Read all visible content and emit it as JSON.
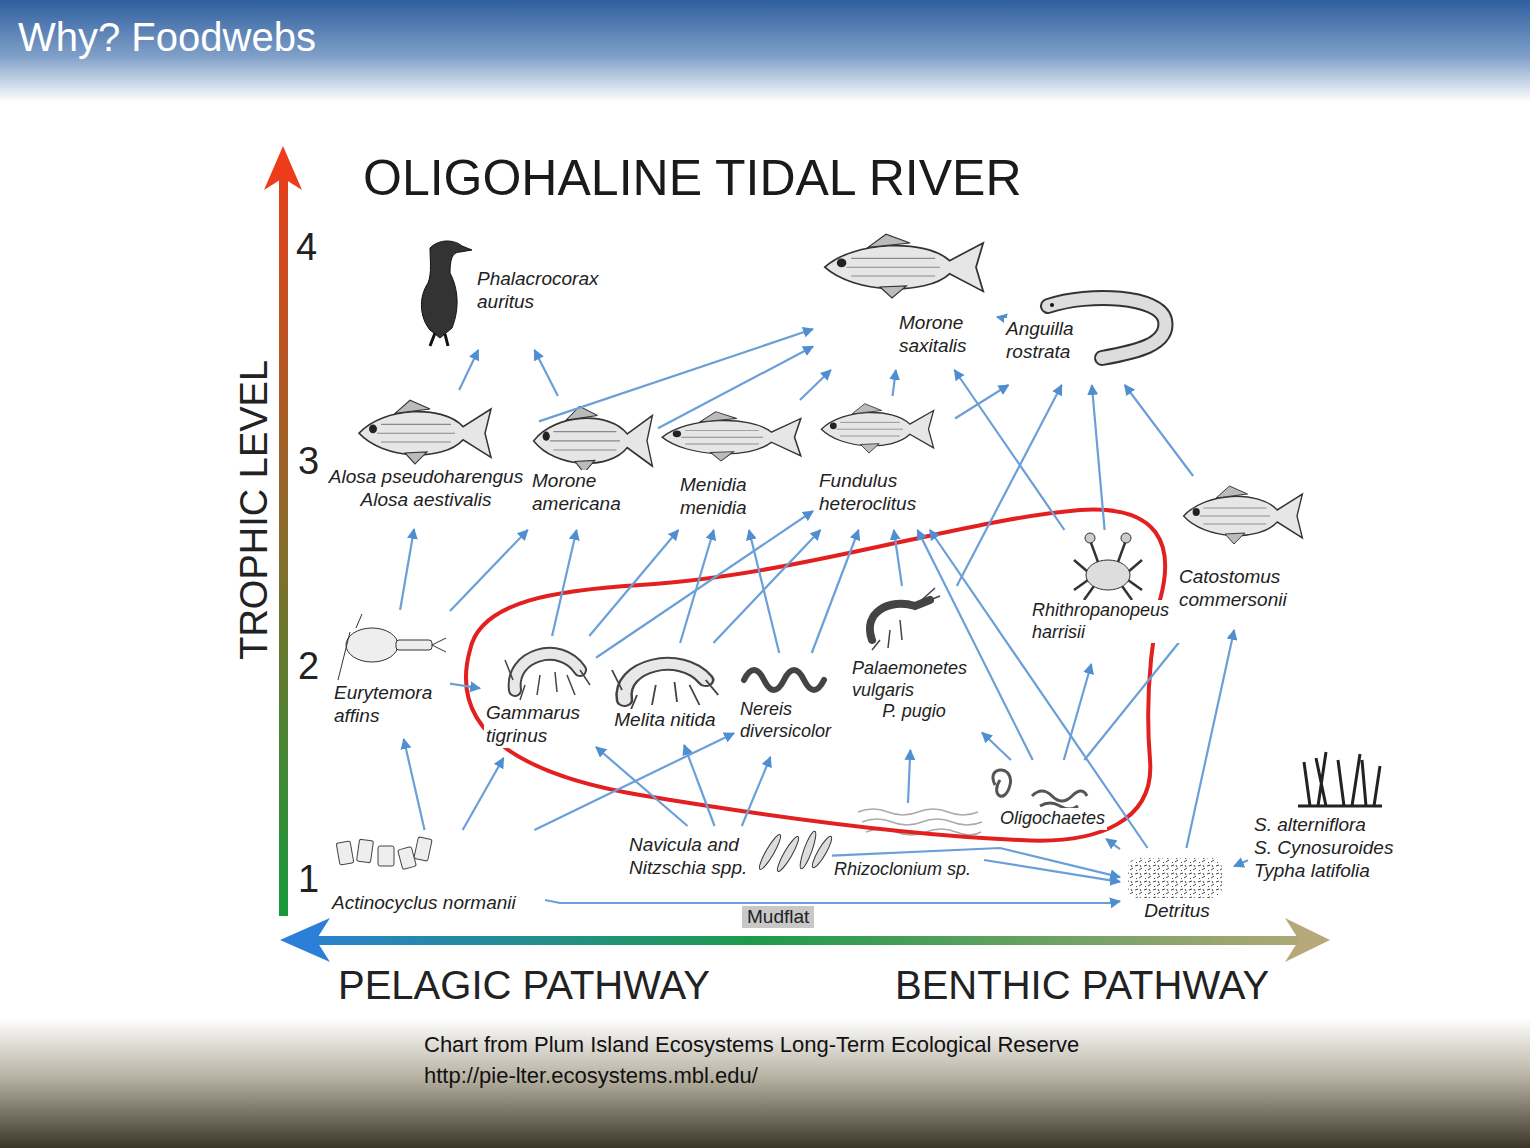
{
  "diagram": {
    "title": "OLIGOHALINE TIDAL RIVER",
    "caption": "Chart from Plum Island Ecosystems Long-Term Ecological Reserve http://pie-lter.ecosystems.mbl.edu/",
    "nodes": [
      {
        "text": [
          "Phalacrocorax auritus"
        ]
      },
      {
        "text": [
          "Morone saxitalis"
        ]
      },
      {
        "text": [
          "Anguilla rostrata"
        ]
      },
      {
        "text": [
          "Alosa pseudoharengus",
          "Alosa aestivalis"
        ]
      },
      {
        "text": [
          "Morone americana"
        ]
      },
      {
        "text": [
          "Menidia menidia"
        ]
      },
      {
        "text": [
          "Fundulus heteroclitus"
        ]
      },
      {
        "text": [
          "Eurytemora affins"
        ]
      },
      {
        "text": [
          "Gammarus tigrinus"
        ]
      },
      {
        "text": [
          "Melita nitida"
        ]
      },
      {
        "text": [
          "Nereis diversicolor"
        ]
      },
      {
        "text": [
          "Palaemonetes vulgaris",
          "P. pugio"
        ]
      },
      {
        "text": [
          "Rhithropanopeus harrisii"
        ]
      },
      {
        "text": [
          "Catostomus commersonii"
        ]
      },
      {
        "text": [
          "Oligochaetes"
        ]
      },
      {
        "text": [
          "Actinocyclus normanii"
        ]
      },
      {
        "text": [
          "Navicula and Nitzschia spp."
        ]
      },
      {
        "text": [
          "Rhizoclonium sp."
        ]
      },
      {
        "text": [
          "Detritus"
        ]
      },
      {
        "text": [
          "S. alterniflora",
          "S. Cynosuroides",
          "Typha latifolia"
        ]
      }
    ],
    "edges": [
      {
        "from": 15,
        "to": 7,
        "arrow": "to"
      },
      {
        "from": 15,
        "to": 8,
        "arrow": "to"
      },
      {
        "from": 15,
        "to": 10,
        "arrow": "to"
      },
      {
        "from": 15,
        "to": 18,
        "arrow": "to"
      },
      {
        "from": 16,
        "to": 8,
        "arrow": "to"
      },
      {
        "from": 16,
        "to": 9,
        "arrow": "to"
      },
      {
        "from": 16,
        "to": 10,
        "arrow": "to"
      },
      {
        "from": 16,
        "to": 18,
        "arrow": "to"
      },
      {
        "from": 17,
        "to": 11,
        "arrow": "to"
      },
      {
        "from": 17,
        "to": 18,
        "arrow": "to"
      },
      {
        "from": 7,
        "to": 8,
        "arrow": "to"
      },
      {
        "from": 18,
        "to": 14,
        "arrow": "to"
      },
      {
        "from": 18,
        "to": 13,
        "arrow": "to"
      },
      {
        "from": 18,
        "to": 6,
        "arrow": "to"
      },
      {
        "from": 19,
        "to": 18,
        "arrow": "to"
      },
      {
        "from": 14,
        "to": 11,
        "arrow": "to"
      },
      {
        "from": 14,
        "to": 12,
        "arrow": "to"
      },
      {
        "from": 14,
        "to": 13,
        "arrow": "to"
      },
      {
        "from": 14,
        "to": 6,
        "arrow": "to"
      },
      {
        "from": 7,
        "to": 3,
        "arrow": "to"
      },
      {
        "from": 7,
        "to": 4,
        "arrow": "to"
      },
      {
        "from": 8,
        "to": 4,
        "arrow": "to"
      },
      {
        "from": 8,
        "to": 5,
        "arrow": "to"
      },
      {
        "from": 8,
        "to": 6,
        "arrow": "to"
      },
      {
        "from": 9,
        "to": 5,
        "arrow": "to"
      },
      {
        "from": 9,
        "to": 6,
        "arrow": "to"
      },
      {
        "from": 10,
        "to": 5,
        "arrow": "to"
      },
      {
        "from": 10,
        "to": 6,
        "arrow": "to"
      },
      {
        "from": 11,
        "to": 6,
        "arrow": "to"
      },
      {
        "from": 11,
        "to": 2,
        "arrow": "to"
      },
      {
        "from": 12,
        "to": 1,
        "arrow": "to"
      },
      {
        "from": 12,
        "to": 2,
        "arrow": "to"
      },
      {
        "from": 13,
        "to": 2,
        "arrow": "to"
      },
      {
        "from": 6,
        "to": 1,
        "arrow": "to"
      },
      {
        "from": 6,
        "to": 2,
        "arrow": "to"
      },
      {
        "from": 5,
        "to": 1,
        "arrow": "to"
      },
      {
        "from": 4,
        "to": 0,
        "arrow": "to"
      },
      {
        "from": 4,
        "to": 1,
        "arrow": "to"
      },
      {
        "from": 3,
        "to": 0,
        "arrow": "to"
      },
      {
        "from": 3,
        "to": 1,
        "arrow": "to"
      },
      {
        "from": 2,
        "to": 1,
        "arrow": "to"
      }
    ],
    "labels": [
      "Why? Foodwebs",
      "TROPHIC LEVEL",
      "4",
      "3",
      "2",
      "1",
      "Mudflat",
      "PELAGIC PATHWAY",
      "BENTHIC PATHWAY"
    ]
  }
}
